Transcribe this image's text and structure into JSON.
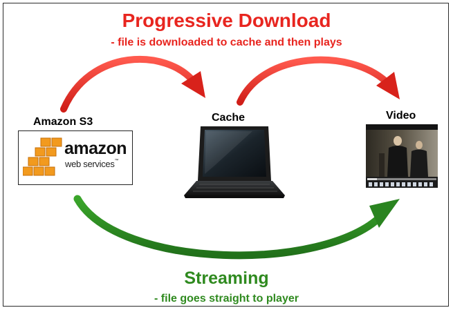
{
  "diagram": {
    "progressive": {
      "title": "Progressive Download",
      "subtitle": "- file is downloaded to cache and then plays"
    },
    "streaming": {
      "title": "Streaming",
      "subtitle": "- file goes straight to player"
    },
    "nodes": {
      "source": {
        "label": "Amazon S3",
        "logo_word": "amazon",
        "logo_sub": "web services",
        "logo_tm": "™"
      },
      "cache": {
        "label": "Cache"
      },
      "video": {
        "label": "Video"
      }
    },
    "colors": {
      "progressive": "#e8251f",
      "streaming": "#2f8a1f",
      "aws_orange": "#f29a1e"
    },
    "icons": [
      "amazon-cubes-icon",
      "laptop-icon",
      "video-player-icon",
      "curved-arrow-icon"
    ]
  }
}
